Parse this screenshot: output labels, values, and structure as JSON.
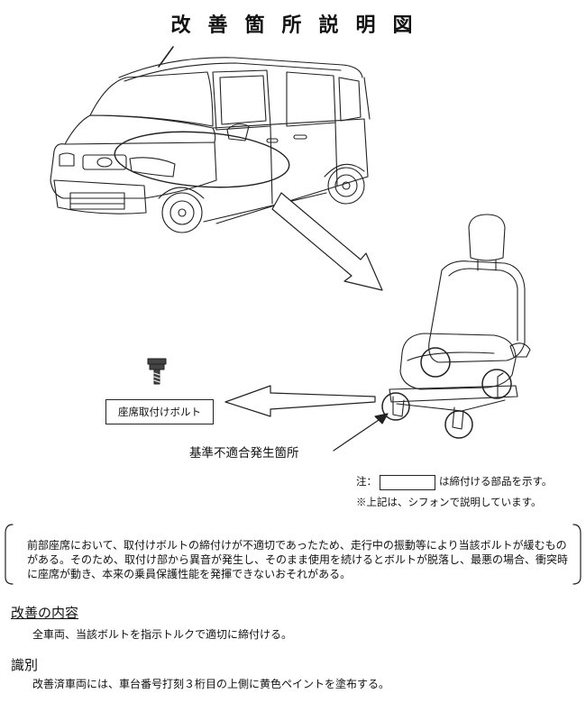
{
  "title": "改善箇所説明図",
  "figure": {
    "bolt_label": "座席取付けボルト",
    "defect_label": "基準不適合発生箇所",
    "note_prefix": "注：",
    "note_suffix": "は締付ける部品を示す。",
    "note_model": "※上記は、シフォンで説明しています。"
  },
  "description": "前部座席において、取付けボルトの締付けが不適切であったため、走行中の振動等により当該ボルトが緩むものがある。そのため、取付け部から異音が発生し、そのまま使用を続けるとボルトが脱落し、最悪の場合、衝突時に座席が動き、本来の乗員保護性能を発揮できないおそれがある。",
  "remedy": {
    "heading": "改善の内容",
    "text": "全車両、当該ボルトを指示トルクで適切に締付ける。"
  },
  "identification": {
    "heading": "識別",
    "text": "改善済車両には、車台番号打刻３桁目の上側に黄色ペイントを塗布する。"
  }
}
